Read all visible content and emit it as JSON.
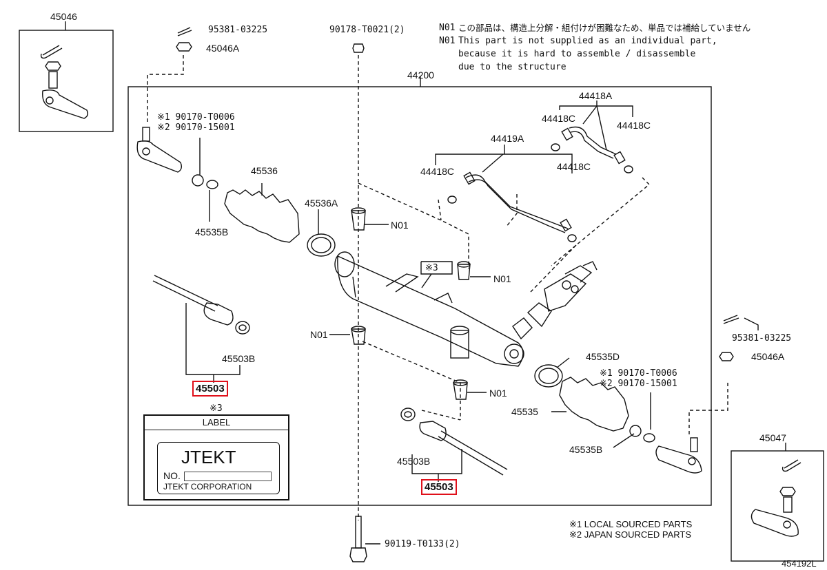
{
  "notes": {
    "mark": "N01",
    "jp": "この部品は、構造上分解・組付けが困難なため、単品では補給していません",
    "en1": "This part is not supplied as an individual part,",
    "en2": "because it is hard to assemble / disassemble",
    "en3": "due to the structure"
  },
  "parts": {
    "p45046": "45046",
    "p45047": "45047",
    "p95381_top": "95381-03225",
    "p45046A_top": "45046A",
    "p90178": "90178-T0021(2)",
    "p44200": "44200",
    "p44418A": "44418A",
    "p44418C_1": "44418C",
    "p44418C_2": "44418C",
    "p44418C_3": "44418C",
    "p44418C_4": "44418C",
    "p44419A": "44419A",
    "ref1_top": "※1 90170-T0006",
    "ref2_top": "※2 90170-15001",
    "p45536": "45536",
    "p45536A": "45536A",
    "p45535B_top": "45535B",
    "n01_a": "N01",
    "n01_b": "N01",
    "n01_c": "N01",
    "n01_d": "N01",
    "ref3_top": "※3",
    "p45503B_left": "45503B",
    "p45503_left": "45503",
    "ref3_label": "※3",
    "p95381_right": "95381-03225",
    "p45046A_right": "45046A",
    "p45535D": "45535D",
    "ref1_right": "※1 90170-T0006",
    "ref2_right": "※2 90170-15001",
    "p45535": "45535",
    "p45535B_right": "45535B",
    "p45503B_bottom": "45503B",
    "p45503_bottom": "45503",
    "p90119": "90119-T0133(2)"
  },
  "label_card": {
    "heading": "LABEL",
    "brand": "JTEKT",
    "no": "NO.",
    "corp": "JTEKT CORPORATION"
  },
  "legend": {
    "l1": "※1 LOCAL SOURCED PARTS",
    "l2": "※2 JAPAN SOURCED PARTS"
  },
  "figure_id": "454192L",
  "colors": {
    "highlight": "#e0101a",
    "line": "#111111"
  }
}
